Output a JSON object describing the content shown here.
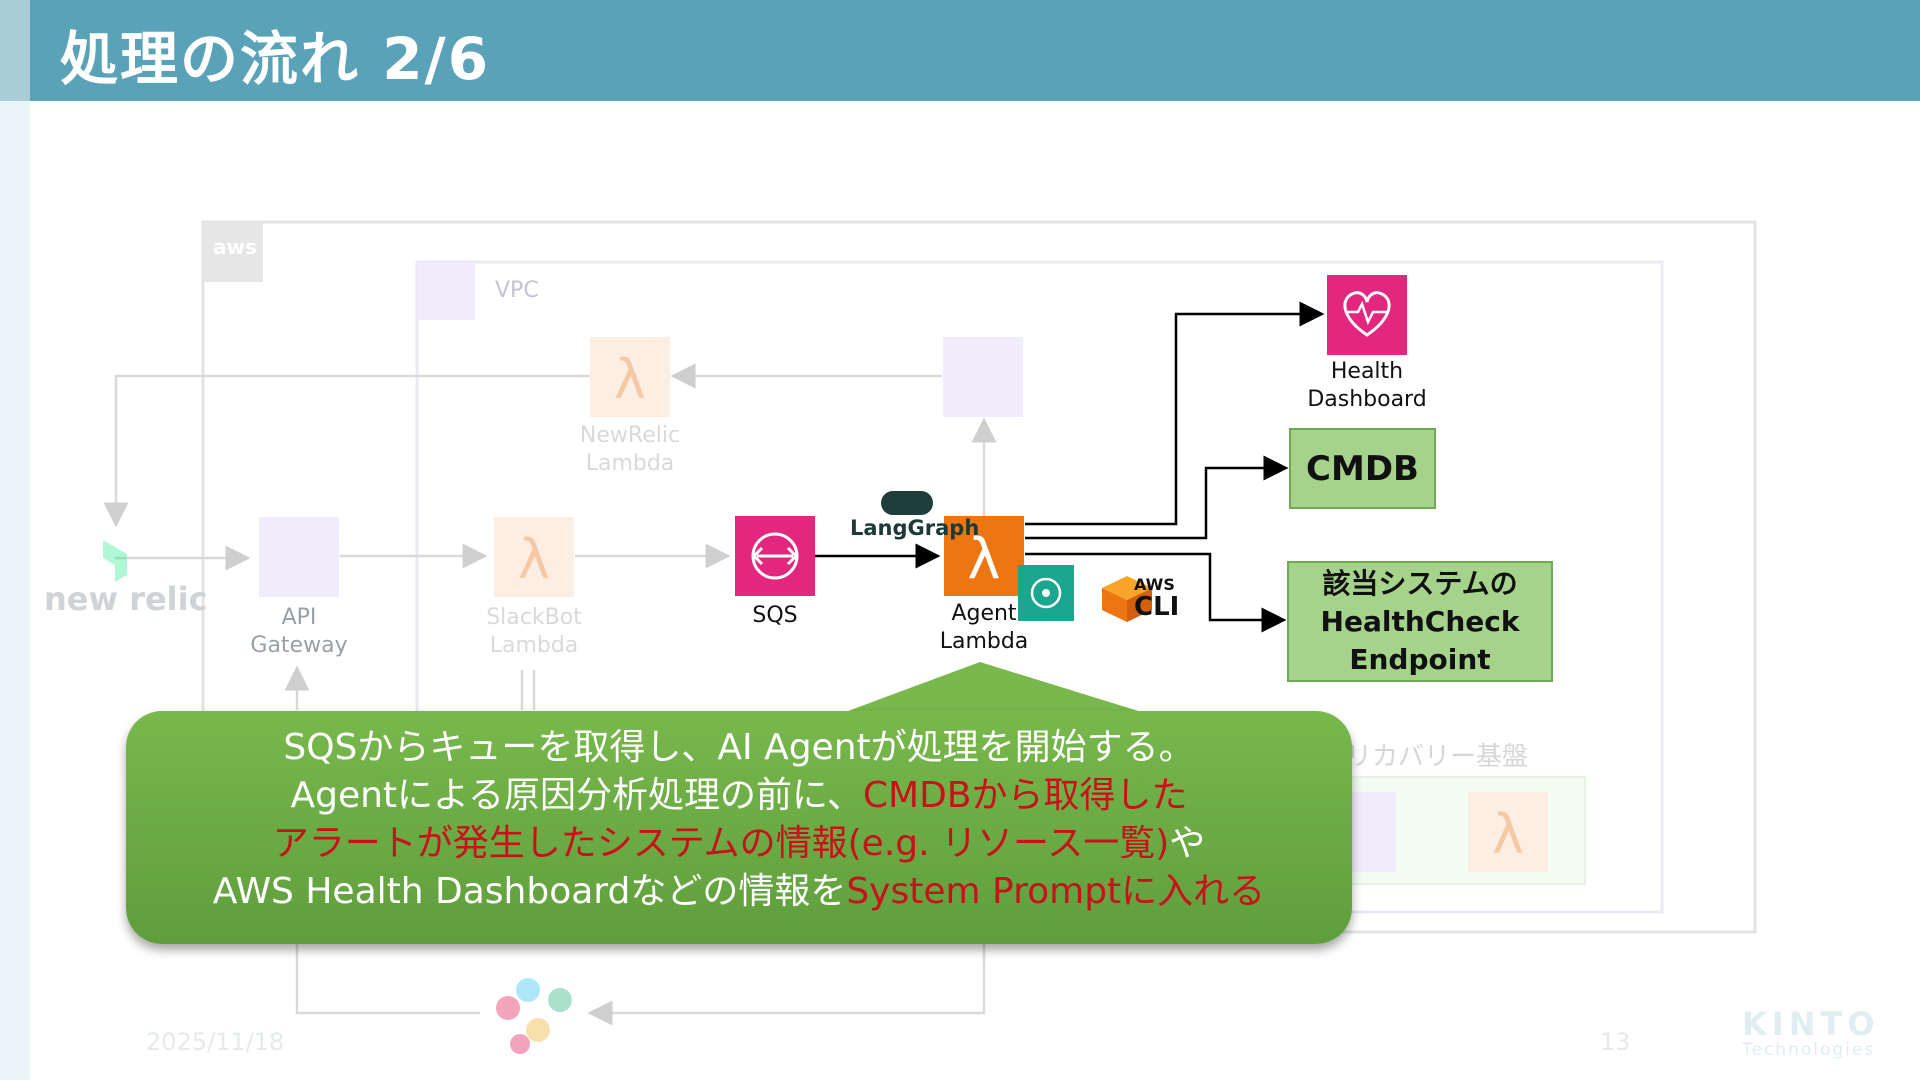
{
  "header": {
    "title": "処理の流れ 2/6"
  },
  "aws": {
    "tag": "aws",
    "vpc_label": "VPC"
  },
  "faded_components": {
    "newrelic_logo": "new relic",
    "api_gateway": {
      "line1": "API",
      "line2": "Gateway"
    },
    "slackbot_lambda": {
      "line1": "SlackBot",
      "line2": "Lambda"
    },
    "newrelic_lambda": {
      "line1": "NewRelic",
      "line2": "Lambda"
    },
    "recovery_label": "リカバリー基盤"
  },
  "components": {
    "sqs": {
      "label": "SQS"
    },
    "agent_lambda": {
      "line1": "Agent",
      "line2": "Lambda"
    },
    "langgraph": {
      "label": "LangGraph"
    },
    "aws_cli": {
      "line1": "AWS",
      "line2": "CLI"
    },
    "health_dashboard": {
      "line1": "Health",
      "line2": "Dashboard"
    },
    "cmdb": {
      "label": "CMDB"
    },
    "healthcheck": {
      "line1": "該当システムの",
      "line2": "HealthCheck",
      "line3": "Endpoint"
    }
  },
  "callout": {
    "line1": "SQSからキューを取得し、AI Agentが処理を開始する。",
    "line2_normal": "Agentによる原因分析処理の前に、",
    "line2_red": "CMDBから取得した",
    "line3_red": "アラートが発生したシステムの情報(e.g. リソース一覧)",
    "line3_normal": "や",
    "line4_normal": "AWS Health Dashboardなどの情報を",
    "line4_red": "System Prompt",
    "line4_red2": "に入れる"
  },
  "footer": {
    "date": "2025/11/18",
    "page": "13",
    "brand": "KINTO",
    "brand_sub": "Technologies"
  },
  "colors": {
    "header": "#5aa2b8",
    "sqs": "#e3277f",
    "lambda": "#ee7612",
    "callout": "#6aab44",
    "highlight": "#c8121a"
  }
}
